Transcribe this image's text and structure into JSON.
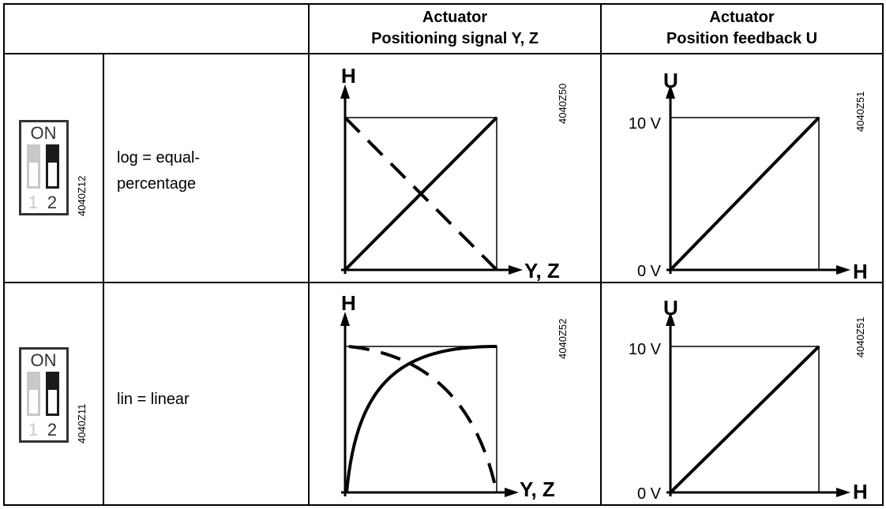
{
  "header": {
    "col2_line1": "Actuator",
    "col2_line2": "Positioning signal Y, Z",
    "col3_line1": "Actuator",
    "col3_line2": "Position feedback U"
  },
  "rows": [
    {
      "switch_on_label": "ON",
      "switch_num1": "1",
      "switch_num2": "2",
      "switch_code": "4040Z12",
      "description_line1": "log = equal-",
      "description_line2": "percentage",
      "signal_chart": {
        "y_axis": "H",
        "x_axis": "Y, Z",
        "code": "4040Z50"
      },
      "feedback_chart": {
        "y_axis": "U",
        "x_axis": "H",
        "y_max": "10 V",
        "y_min": "0 V",
        "code": "4040Z51"
      }
    },
    {
      "switch_on_label": "ON",
      "switch_num1": "1",
      "switch_num2": "2",
      "switch_code": "4040Z11",
      "description_line1": "lin = linear",
      "description_line2": "",
      "signal_chart": {
        "y_axis": "H",
        "x_axis": "Y, Z",
        "code": "4040Z52"
      },
      "feedback_chart": {
        "y_axis": "U",
        "x_axis": "H",
        "y_max": "10 V",
        "y_min": "0 V",
        "code": "4040Z51"
      }
    }
  ]
}
